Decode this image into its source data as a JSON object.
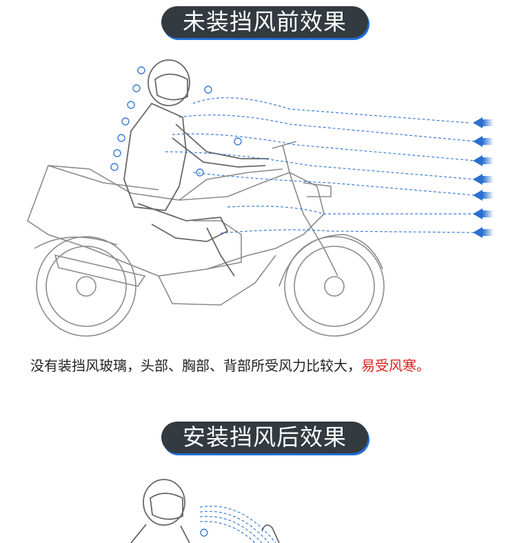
{
  "section1": {
    "title": "未装挡风前效果",
    "caption_main": "没有装挡风玻璃，头部、胸部、背部所受风力比较大，",
    "caption_warning": "易受风寒。"
  },
  "section2": {
    "title": "安装挡风后效果"
  },
  "colors": {
    "pill_bg": "#333a40",
    "pill_shadow": "#1f6fd6",
    "warning": "#d8231f",
    "wind": "#3a7bd5"
  }
}
